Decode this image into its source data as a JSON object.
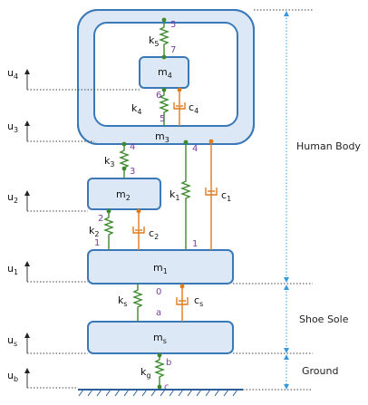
{
  "masses": {
    "m4": {
      "main": "m",
      "sub": "4"
    },
    "m3": {
      "main": "m",
      "sub": "3"
    },
    "m2": {
      "main": "m",
      "sub": "2"
    },
    "m1": {
      "main": "m",
      "sub": "1"
    },
    "ms": {
      "main": "m",
      "sub": "s"
    }
  },
  "springs": {
    "k5": {
      "main": "k",
      "sub": "5"
    },
    "k4": {
      "main": "k",
      "sub": "4"
    },
    "k3": {
      "main": "k",
      "sub": "3"
    },
    "k2": {
      "main": "k",
      "sub": "2"
    },
    "k1": {
      "main": "k",
      "sub": "1"
    },
    "ks": {
      "main": "k",
      "sub": "s"
    },
    "kg": {
      "main": "k",
      "sub": "g"
    }
  },
  "dampers": {
    "c4": {
      "main": "c",
      "sub": "4"
    },
    "c2": {
      "main": "c",
      "sub": "2"
    },
    "c1": {
      "main": "c",
      "sub": "1"
    },
    "cs": {
      "main": "c",
      "sub": "s"
    }
  },
  "displacements": {
    "u4": {
      "main": "u",
      "sub": "4"
    },
    "u3": {
      "main": "u",
      "sub": "3"
    },
    "u2": {
      "main": "u",
      "sub": "2"
    },
    "u1": {
      "main": "u",
      "sub": "1"
    },
    "us": {
      "main": "u",
      "sub": "s"
    },
    "ub": {
      "main": "u",
      "sub": "b"
    }
  },
  "node_numbers": {
    "n5_top": "5",
    "n7": "7",
    "n6": "6",
    "n5_low": "5",
    "n4_left": "4",
    "n3": "3",
    "n4_right": "4",
    "n2": "2",
    "n1_left": "1",
    "n1_right": "1",
    "n0": "0",
    "na": "a",
    "nb": "b",
    "nc": "c"
  },
  "regions": {
    "human_body": "Human Body",
    "shoe_sole": "Shoe Sole",
    "ground": "Ground"
  },
  "colors": {
    "mass_fill": "#dce8f5",
    "mass_stroke": "#3a78b8",
    "spring": "#3d8a2e",
    "damper": "#e07a1e",
    "node_number": "#7a3fa0",
    "region_arrow": "#3a9ad9"
  }
}
